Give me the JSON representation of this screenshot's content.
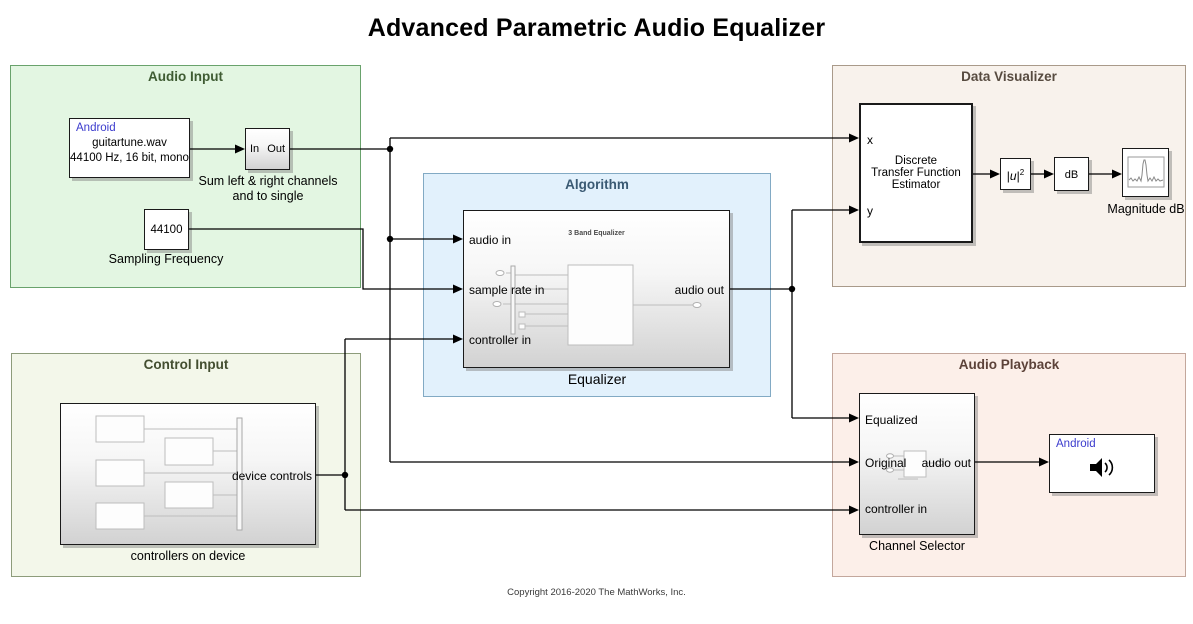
{
  "diagram": {
    "title": "Advanced Parametric Audio Equalizer",
    "copyright": "Copyright 2016-2020 The MathWorks, Inc."
  },
  "colors": {
    "android_tag_blue": "#3b3bcd",
    "audio_input_fill": "#e3f6e2",
    "audio_input_border": "#69a26c",
    "control_input_fill": "#f3f7ea",
    "control_input_border": "#8d9c7b",
    "algorithm_fill": "#e2f1fc",
    "algorithm_border": "#82aac4",
    "data_visualizer_fill": "#f8f2ec",
    "data_visualizer_border": "#a99a8a",
    "audio_playback_fill": "#fcefe9",
    "audio_playback_border": "#c3a79c",
    "wire": "#000000"
  },
  "regions": {
    "audio_input": {
      "title": "Audio Input"
    },
    "control_input": {
      "title": "Control Input"
    },
    "algorithm": {
      "title": "Algorithm"
    },
    "data_visualizer": {
      "title": "Data Visualizer"
    },
    "audio_playback": {
      "title": "Audio Playback"
    }
  },
  "blocks": {
    "audio_source": {
      "tag": "Android",
      "file": "guitartune.wav",
      "format": "44100 Hz, 16 bit, mono"
    },
    "sum_channels": {
      "port_in": "In",
      "port_out": "Out",
      "caption_line1": "Sum left & right channels",
      "caption_line2": "and to single"
    },
    "sampling_frequency": {
      "value": "44100",
      "caption": "Sampling Frequency"
    },
    "controllers": {
      "port_out": "device controls",
      "caption": "controllers on device"
    },
    "equalizer": {
      "inner_title": "3 Band Equalizer",
      "port_audio_in": "audio in",
      "port_sample_rate_in": "sample rate in",
      "port_controller_in": "controller in",
      "port_audio_out": "audio out",
      "caption": "Equalizer"
    },
    "dtf_estimator": {
      "line1": "Discrete",
      "line2": "Transfer Function",
      "line3": "Estimator",
      "port_x": "x",
      "port_y": "y"
    },
    "magnitude_squared": {
      "pre": "|",
      "var": "u",
      "post": "|",
      "sup": "2"
    },
    "db_conversion": {
      "label": "dB"
    },
    "spectrum_scope": {
      "caption": "Magnitude dB"
    },
    "channel_selector": {
      "port_equalized": "Equalized",
      "port_original": "Original",
      "port_controller_in": "controller in",
      "port_audio_out": "audio out",
      "caption": "Channel Selector"
    },
    "audio_playback_device": {
      "tag": "Android"
    }
  }
}
